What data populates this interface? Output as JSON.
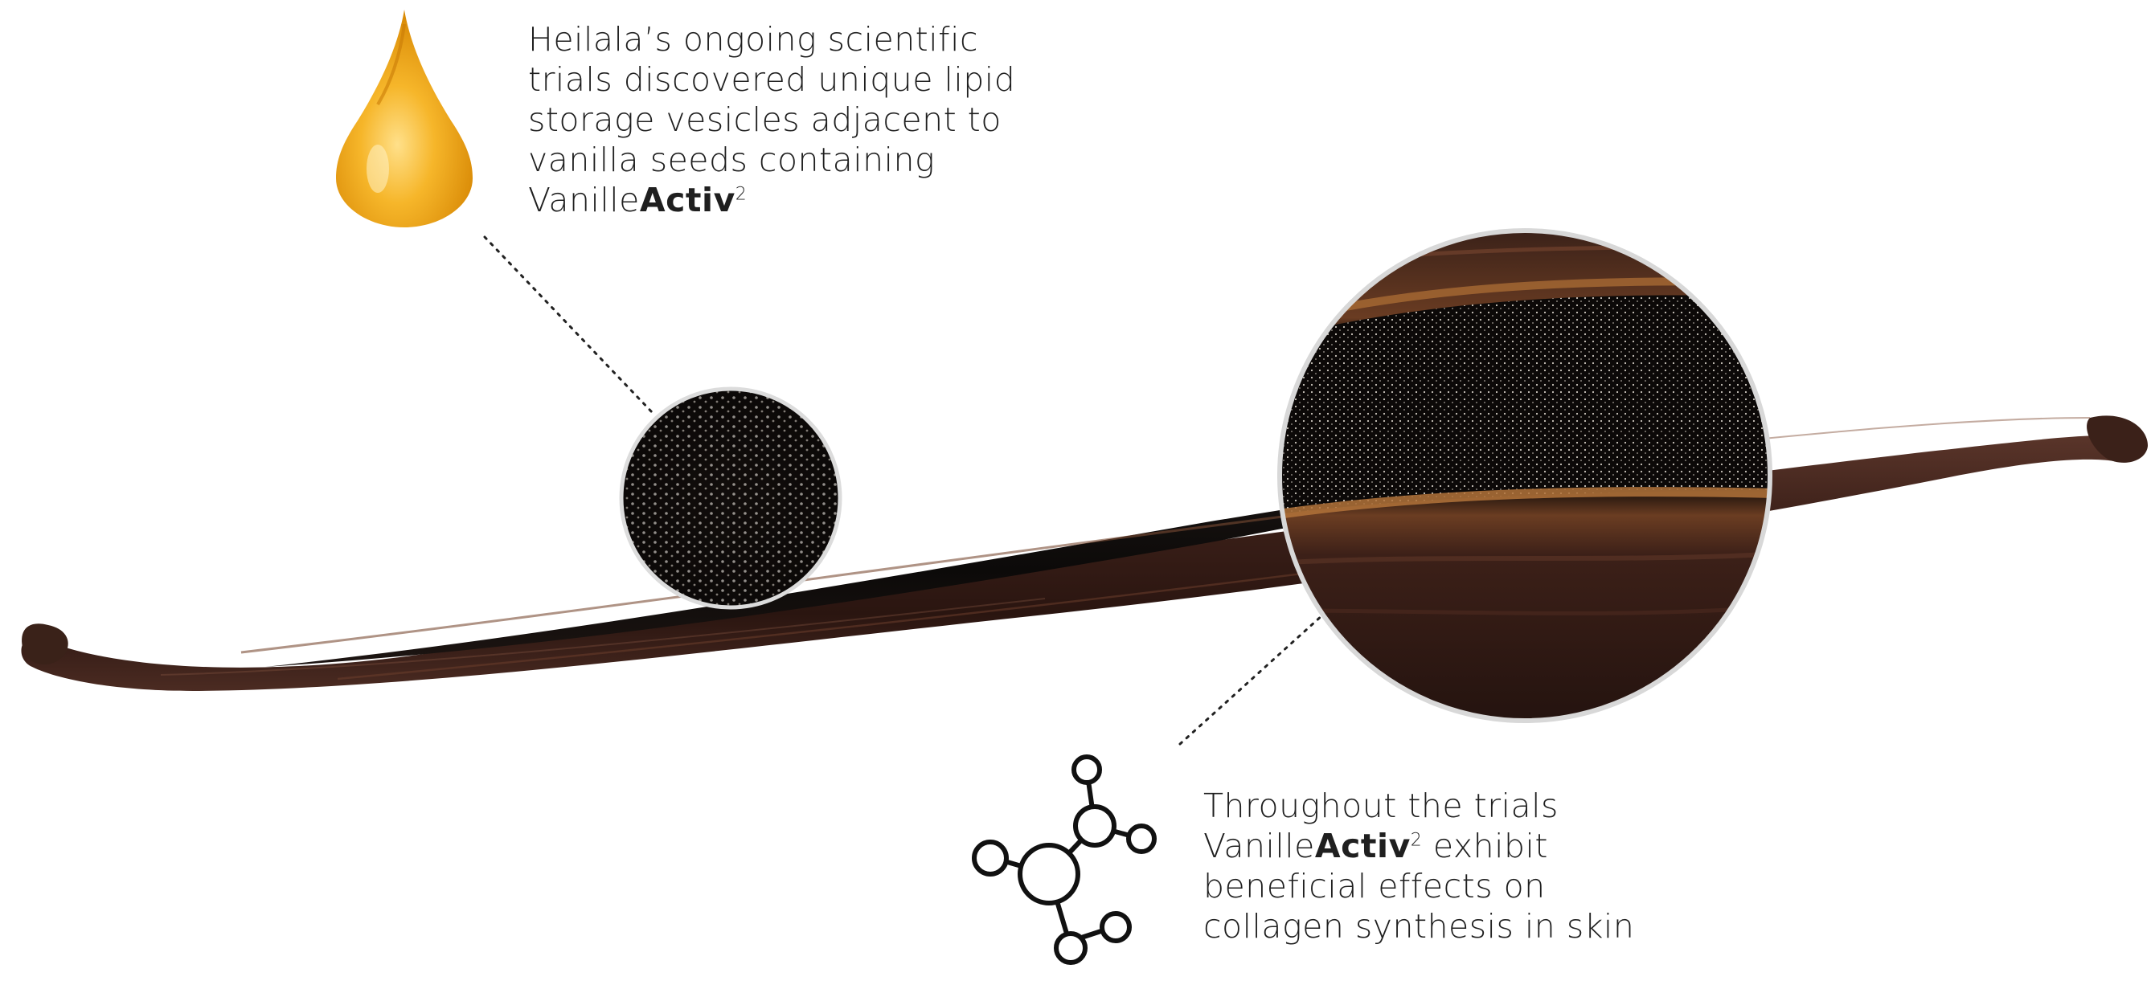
{
  "captions": {
    "top": {
      "lines": [
        "Heilala’s ongoing scientific",
        "trials discovered unique lipid",
        "storage vesicles adjacent to",
        "vanilla seeds containing"
      ],
      "brand_plain": "Vanille",
      "brand_bold": "Activ",
      "brand_sup": "2"
    },
    "bottom": {
      "line1": "Throughout the trials",
      "brand_plain": "Vanille",
      "brand_bold": "Activ",
      "brand_sup": "2",
      "line2_rest": " exhibit",
      "line3": "beneficial effects on",
      "line4": "collagen synthesis in skin"
    }
  },
  "icons": {
    "oil_drop": "oil-drop-icon",
    "molecule": "molecule-icon"
  },
  "colors": {
    "text": "#1f1f1f",
    "bean_dark": "#2a1712",
    "bean_mid": "#4a2a22",
    "seed_black": "#0d0a09",
    "drop_gold": "#f2a51a",
    "lens_border": "#d8d8d8"
  }
}
